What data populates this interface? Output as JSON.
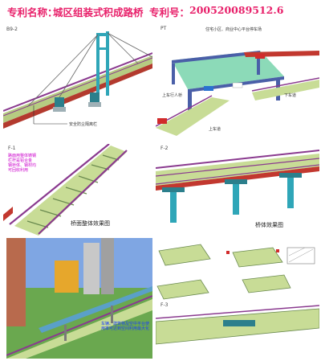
{
  "header": {
    "label_name": "专利名称：",
    "title": "城区组装式积成路桥",
    "label_number": "专利号：",
    "patent_number": "200520089512.6"
  },
  "panels": {
    "suspension": {
      "code": "B9-2",
      "callout": "安全防尘隔离栏"
    },
    "platform": {
      "code": "PT",
      "top_caption": "住宅小区、商业中心平台停车场",
      "label_up_ramp": "上车道",
      "label_down_ramp": "下车道",
      "label_left": "上车行人桥"
    },
    "deck": {
      "code": "F-1",
      "caption": "桥面整体效果图",
      "note": "路面用整体铸钢\n栏杆是铝合金\n钢桥体、钢材均\n可回收利用"
    },
    "bridge": {
      "code": "F-2",
      "caption": "桥体效果图"
    },
    "city": {
      "note": "车辆、建筑物及空中平台使用率可达到空间利用最大化"
    },
    "components": {
      "code": "F-3"
    }
  },
  "colors": {
    "header_text": "#e8206a",
    "deck_green": "#c8dc96",
    "rail_purple": "#8a3a8f",
    "pier_teal": "#2fa6b8",
    "beam_red": "#c2382f",
    "platform_glass": "#6fd1a6"
  }
}
